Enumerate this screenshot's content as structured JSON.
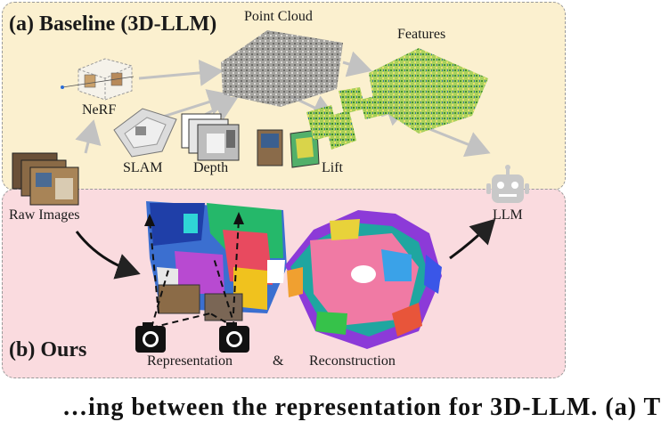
{
  "panel_a": {
    "title": "(a) Baseline (3D-LLM)",
    "labels": {
      "point_cloud": "Point Cloud",
      "features": "Features",
      "nerf": "NeRF",
      "slam": "SLAM",
      "depth": "Depth",
      "lift": "Lift"
    }
  },
  "panel_b": {
    "title": "(b) Ours",
    "labels": {
      "raw_images": "Raw Images",
      "llm": "LLM",
      "representation": "Representation",
      "ampersand": "&",
      "reconstruction": "Reconstruction"
    }
  },
  "caption_fragment": "…ing between the representation for 3D-LLM. (a) T",
  "colors": {
    "panel_a_bg": "#fbf0cf",
    "panel_b_bg": "#fadbdf",
    "arrow_gray": "#c2c2c2",
    "arrow_black": "#222222"
  },
  "icons": [
    "camera-icon",
    "robot-icon",
    "nerf-cube-icon"
  ]
}
